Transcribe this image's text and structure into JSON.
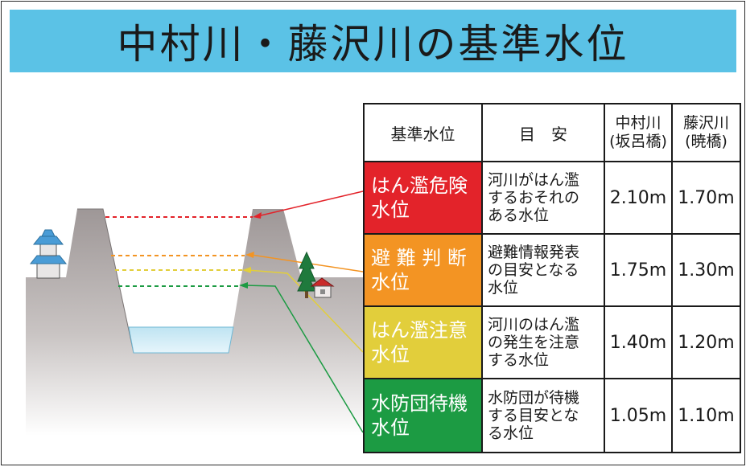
{
  "title": "中村川・藤沢川の基準水位",
  "colors": {
    "title_bar": "#5bc2e6",
    "danger": "#e3232a",
    "evacuation": "#f39423",
    "caution": "#e2ce3b",
    "standby": "#1c9b43"
  },
  "table": {
    "headers": {
      "level": "基準水位",
      "guide": "目　安",
      "nakamura_line1": "中村川",
      "nakamura_line2": "(坂呂橋)",
      "fujisawa_line1": "藤沢川",
      "fujisawa_line2": "(暁橋)"
    },
    "rows": [
      {
        "name_line1": "はん濫危険",
        "name_line2": "水位",
        "guide_line1": "河川がはん濫",
        "guide_line2": "するおそれの",
        "guide_line3": "ある水位",
        "nakamura": "2.10m",
        "fujisawa": "1.70m"
      },
      {
        "name_line1": "避 難 判 断",
        "name_line2": "水位",
        "guide_line1": "避難情報発表",
        "guide_line2": "の目安となる",
        "guide_line3": "水位",
        "nakamura": "1.75m",
        "fujisawa": "1.30m"
      },
      {
        "name_line1": "はん濫注意",
        "name_line2": "水位",
        "guide_line1": "河川のはん濫",
        "guide_line2": "の発生を注意",
        "guide_line3": "する水位",
        "nakamura": "1.40m",
        "fujisawa": "1.20m"
      },
      {
        "name_line1": "水防団待機",
        "name_line2": "水位",
        "guide_line1": "水防団が待機",
        "guide_line2": "する目安とな",
        "guide_line3": "る水位",
        "nakamura": "1.05m",
        "fujisawa": "1.10m"
      }
    ]
  }
}
